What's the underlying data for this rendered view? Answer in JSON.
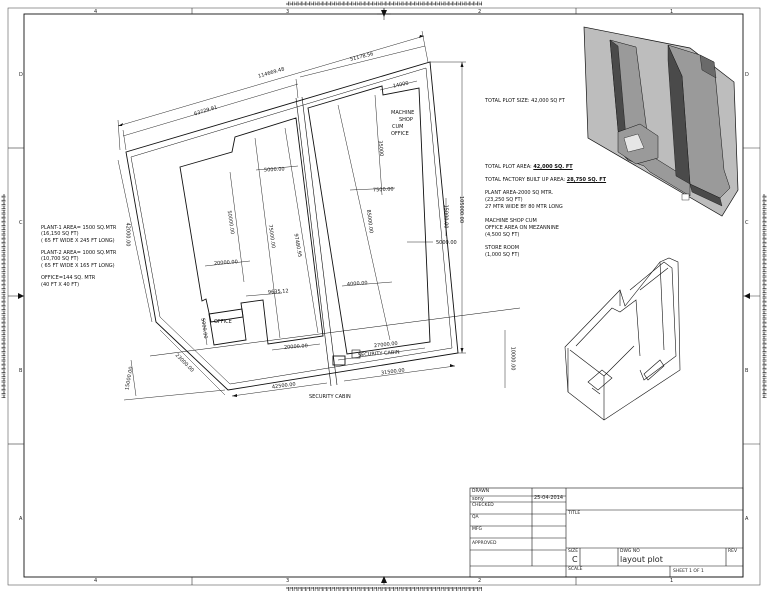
{
  "zones": {
    "top": [
      "4",
      "3",
      "2",
      "1"
    ],
    "bottom": [
      "4",
      "3",
      "2",
      "1"
    ],
    "left": [
      "D",
      "C",
      "B",
      "A"
    ],
    "right": [
      "D",
      "C",
      "B",
      "A"
    ]
  },
  "dimensions": {
    "top_overall": "114669.48",
    "top_right": "51178.56",
    "top_left": "63729.91",
    "top_14000": "14000",
    "left_42000": "42000.00",
    "left_23000": "23000.00",
    "left_15000": "15000.00",
    "plant1_5000": "5000.00",
    "plant1_50000": "50000.00",
    "plant1_75000": "75000.00",
    "plant1_97480": "97480.95",
    "plant1_20000": "20000.00",
    "plant1_9635": "9635.12",
    "office_5000": "5000.00",
    "plant1_20000b": "20000.00",
    "plant2_35000": "35000",
    "plant2_7500": "7500.00",
    "plant2_85000": "85000.00",
    "plant2_4000": "4000.00",
    "plant2_15000": "15000.00",
    "plant2_5000": "5000.00",
    "right_105000": "105000.00",
    "right_10000": "10000.00",
    "bottom_27000": "27000.00",
    "bottom_42500": "42500.00",
    "bottom_31500": "31500.00"
  },
  "labels": {
    "machine_shop": [
      "MACHINE",
      "SHOP",
      "CUM",
      "OFFICE"
    ],
    "office": "OFFICE",
    "security_cabin_1": "SECURITY CABIN",
    "security_cabin_2": "SECURITY CABIN"
  },
  "notes_left": [
    "PLANT-1 AREA= 1500 SQ.MTR",
    "(16,150 SQ FT)",
    "( 65 FT WIDE X 245 FT LONG)",
    "",
    "PLANT-2 AREA= 1000 SQ.MTR",
    "(10,700 SQ FT)",
    "( 65 FT WIDE X 165 FT LONG)",
    "",
    "OFFICE=144 SQ. MTR",
    "(40 FT X 40 FT)"
  ],
  "notes_right": {
    "plot_size": "TOTAL PLOT SIZE: 42,000 SQ FT",
    "plot_area_label": "TOTAL PLOT AREA: ",
    "plot_area_value": "42,000 SQ. FT",
    "built_up_label": "TOTAL FACTORY BUILT UP AREA: ",
    "built_up_value": "28,750 SQ. FT",
    "plant_area": [
      "PLANT AREA-2000 SQ MTR.",
      "(23,250 SQ FT)",
      "27 MTR WIDE BY 80 MTR LONG"
    ],
    "machine_shop": [
      "MACHINE SHOP CUM",
      "OFFICE AREA ON MEZANNINE",
      "(4,500 SQ FT)"
    ],
    "store_room": [
      "STORE ROOM",
      "(1,000 SQ FT)"
    ]
  },
  "title_block": {
    "drawn_label": "DRAWN",
    "drawn_by": "sony",
    "drawn_date": "25-04-2014",
    "checked_label": "CHECKED",
    "qa_label": "QA",
    "mfg_label": "MFG",
    "approved_label": "APPROVED",
    "title_label": "TITLE",
    "size_label": "SIZE",
    "size_value": "C",
    "dwg_no_label": "DWG NO",
    "dwg_no_value": "layout plot",
    "rev_label": "REV",
    "scale_label": "SCALE",
    "sheet_label": "SHEET 1  OF 1"
  },
  "colors": {
    "line": "#111111",
    "iso_top": "#9a9a9a",
    "iso_dark": "#4a4a4a",
    "iso_base": "#bdbdbd"
  }
}
